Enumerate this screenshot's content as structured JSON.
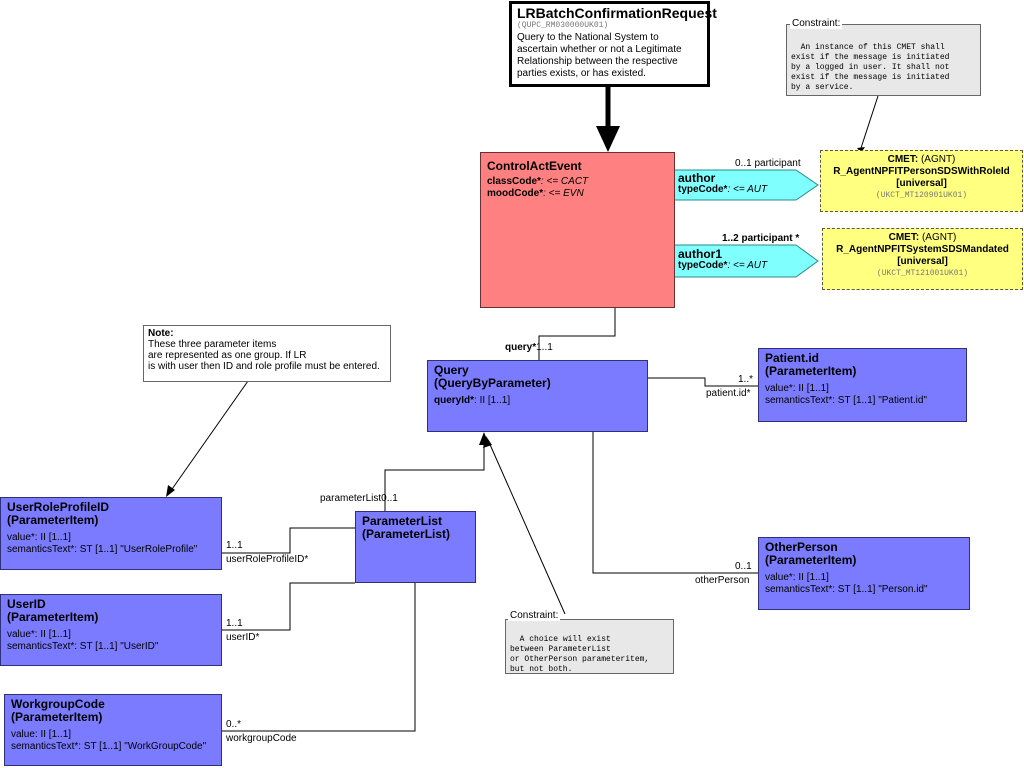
{
  "entry": {
    "title": "LRBatchConfirmationRequest",
    "code": "(QUPC_RM030000UK01)",
    "description": "Query to the National System to\nascertain whether or not a Legitimate\nRelationship between the respective\nparties exists, or has existed."
  },
  "control_act": {
    "title": "ControlActEvent",
    "attr1_name": "classCode*",
    "attr1_value": ": <= CACT",
    "attr2_name": "moodCode*",
    "attr2_value": ": <= EVN"
  },
  "author": {
    "participant": "0..1 participant",
    "name": "author",
    "attr_name": "typeCode*",
    "attr_value": ": <= AUT"
  },
  "author1": {
    "participant": "1..2 participant  *",
    "name": "author1",
    "attr_name": "typeCode*",
    "attr_value": ": <= AUT"
  },
  "cmet1": {
    "label": "CMET:",
    "label_rest": " (AGNT)",
    "name": "R_AgentNPFITPersonSDSWithRoleId",
    "qualifier": "[universal]",
    "code": "(UKCT_MT120901UK01)"
  },
  "cmet2": {
    "label": "CMET:",
    "label_rest": " (AGNT)",
    "name": "R_AgentNPFITSystemSDSMandated",
    "qualifier": "[universal]",
    "code": "(UKCT_MT121001UK01)"
  },
  "constraint1": {
    "title": "Constraint:",
    "text": "An instance of this CMET shall\nexist if the message is initiated\nby a logged in user. It shall not\nexist if the message is initiated\nby a service."
  },
  "query_link": {
    "label": "query*",
    "mult": "1..1"
  },
  "query": {
    "title1": "Query",
    "title2": "(QueryByParameter)",
    "attr_name": "queryId*",
    "attr_value": ": II [1..1]"
  },
  "patient": {
    "title1": "Patient.id",
    "title2": "(ParameterItem)",
    "attr1": "value*: II [1..1]",
    "attr2": "semanticsText*: ST [1..1] \"Patient.id\"",
    "mult": "1..*",
    "role": "patient.id*"
  },
  "note1": {
    "title": "Note:",
    "text": "These three parameter items\nare represented as one group. If LR\nis with user then ID and role profile must be entered."
  },
  "param_list": {
    "title1": "ParameterList",
    "title2": "(ParameterList)",
    "link_label": "parameterList0..1"
  },
  "user_role": {
    "title1": "UserRoleProfileID",
    "title2": "(ParameterItem)",
    "attr1": "value*: II [1..1]",
    "attr2": "semanticsText*: ST [1..1] \"UserRoleProfile\"",
    "mult": "1..1",
    "role": "userRoleProfileID*"
  },
  "user_id": {
    "title1": "UserID",
    "title2": "(ParameterItem)",
    "attr1": "value*: II [1..1]",
    "attr2": "semanticsText*: ST [1..1] \"UserID\"",
    "mult": "1..1",
    "role": "userID*"
  },
  "workgroup": {
    "title1": "WorkgroupCode",
    "title2": "(ParameterItem)",
    "attr1": "value: II [1..1]",
    "attr2": "semanticsText*: ST [1..1] \"WorkGroupCode\"",
    "mult": "0..*",
    "role": "workgroupCode"
  },
  "other_person": {
    "title1": "OtherPerson",
    "title2": "(ParameterItem)",
    "attr1": "value*: II [1..1]",
    "attr2": "semanticsText*: ST [1..1] \"Person.id\"",
    "mult": "0..1",
    "role": "otherPerson"
  },
  "constraint2": {
    "title": "Constraint:",
    "text": "A choice will exist\nbetween ParameterList\nor OtherPerson parameteritem,\nbut not both."
  },
  "colors": {
    "class_fill": "#7b7bff",
    "control_fill": "#ff8080",
    "arrow_fill": "#80ffff",
    "cmet_fill": "#ffff80"
  }
}
